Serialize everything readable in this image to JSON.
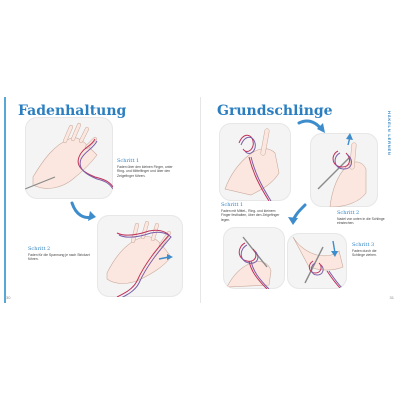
{
  "left_page": {
    "title": "Fadenhaltung",
    "folio": "30",
    "steps": [
      {
        "title": "Schritt 1",
        "text": "Faden über den kleinen Finger, unter Ring- und Mittelfinger und über den Zeigefinger führen."
      },
      {
        "title": "Schritt 2",
        "text": "Faden für die Spannung je nach Strickart führen."
      }
    ]
  },
  "right_page": {
    "title": "Grundschlinge",
    "folio": "31",
    "side_tab": "HÄKELN LERNEN",
    "steps": [
      {
        "title": "Schritt 1",
        "text": "Faden mit Mittel-, Ring- und kleinem Finger festhalten, über den Zeigefinger legen."
      },
      {
        "title": "Schritt 2",
        "text": "Nadel von unten in die Schlinge einstechen."
      },
      {
        "title": "Schritt 3",
        "text": "Faden durch die Schlinge ziehen."
      }
    ]
  },
  "colors": {
    "accent": "#2b7fc0",
    "yarn_red": "#c0335a",
    "yarn_purple": "#7b5ea8",
    "arrow_blue": "#3d8ccc"
  }
}
